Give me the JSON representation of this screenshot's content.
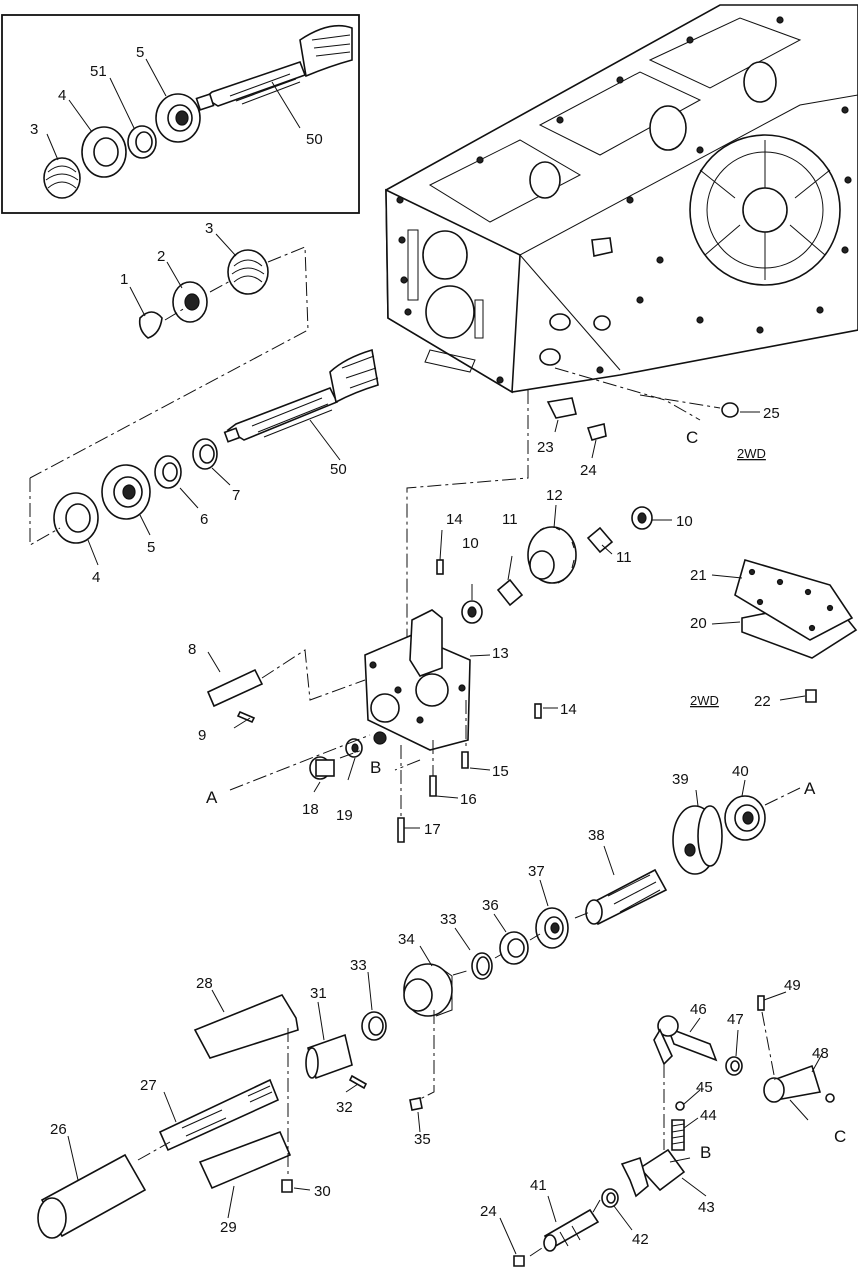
{
  "labels": {
    "p1": "1",
    "p2": "2",
    "p3": "3",
    "p3b": "3",
    "p4": "4",
    "p4b": "4",
    "p5": "5",
    "p5b": "5",
    "p6": "6",
    "p7": "7",
    "p8": "8",
    "p9": "9",
    "p10": "10",
    "p10b": "10",
    "p11": "11",
    "p11b": "11",
    "p12": "12",
    "p13": "13",
    "p14": "14",
    "p14b": "14",
    "p15": "15",
    "p16": "16",
    "p17": "17",
    "p18": "18",
    "p19": "19",
    "p20": "20",
    "p21": "21",
    "p22": "22",
    "p23": "23",
    "p24": "24",
    "p24b": "24",
    "p25": "25",
    "p26": "26",
    "p27": "27",
    "p28": "28",
    "p29": "29",
    "p30": "30",
    "p31": "31",
    "p32": "32",
    "p33": "33",
    "p33b": "33",
    "p34": "34",
    "p35": "35",
    "p36": "36",
    "p37": "37",
    "p38": "38",
    "p39": "39",
    "p40": "40",
    "p41": "41",
    "p42": "42",
    "p43": "43",
    "p44": "44",
    "p45": "45",
    "p46": "46",
    "p47": "47",
    "p48": "48",
    "p49": "49",
    "p50": "50",
    "p50b": "50",
    "p51": "51"
  },
  "refs": {
    "a1": "A",
    "a2": "A",
    "b1": "B",
    "b2": "B",
    "c1": "C",
    "c2": "C"
  },
  "notes": {
    "wd1": "2WD",
    "wd2": "2WD"
  }
}
